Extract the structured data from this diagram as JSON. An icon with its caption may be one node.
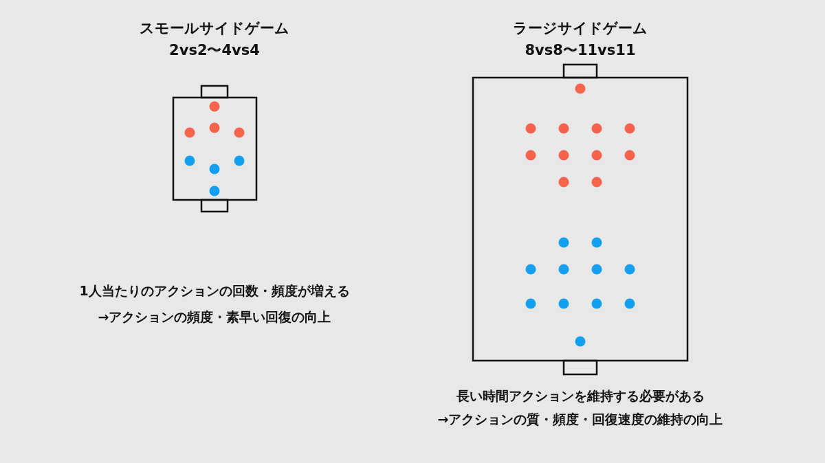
{
  "diagram": {
    "nodes": [
      {
        "text": [
          "スモールサイドゲーム",
          "2vs2〜4vs4"
        ]
      },
      {
        "text": [
          "ラージサイドゲーム",
          "8vs8〜11vs11"
        ]
      }
    ],
    "edges": [],
    "labels": [
      "1人当たりのアクションの回数・頻度が増える",
      "→アクションの頻度・素早い回復の向上",
      "長い時間アクションを維持する必要がある",
      "→アクションの質・頻度・回復速度の維持の向上"
    ]
  }
}
